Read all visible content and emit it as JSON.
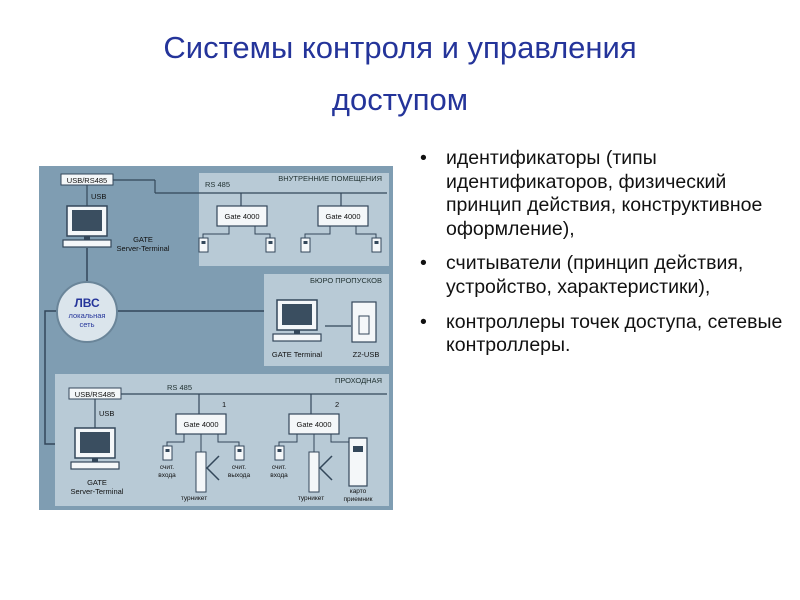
{
  "slide": {
    "title_line1": "Системы контроля и управления",
    "title_line2": "доступом",
    "bullets": [
      "идентификаторы (типы идентификаторов, физический принцип действия, конструктивное оформление),",
      "считыватели (принцип действия,  устройство, характеристики),",
      "контроллеры точек доступа, сетевые контроллеры."
    ]
  },
  "diagram": {
    "colors": {
      "bg": "#7f9db2",
      "panel": "#b8cad6",
      "line": "#33475a",
      "box": "#f4f7f9",
      "header": "#4d6880"
    },
    "inner_rooms": {
      "title": "ВНУТРЕННИЕ ПОМЕЩЕНИЯ",
      "bus": "RS 485",
      "controller1": "Gate 4000",
      "controller2": "Gate 4000"
    },
    "server1": {
      "port": "USB/RS485",
      "usb": "USB",
      "label_line1": "GATE",
      "label_line2": "Server-Terminal"
    },
    "lan": {
      "line1": "ЛВС",
      "line2": "локальная",
      "line3": "сеть"
    },
    "pass_office": {
      "title": "БЮРО ПРОПУСКОВ",
      "terminal": "GATE Terminal",
      "device": "Z2-USB"
    },
    "checkpoint": {
      "title": "ПРОХОДНАЯ",
      "port": "USB/RS485",
      "usb": "USB",
      "bus": "RS 485",
      "controller1": "Gate 4000",
      "controller2": "Gate 4000",
      "num1": "1",
      "num2": "2",
      "entry_line1": "счит.",
      "entry_line2": "входа",
      "exit_line1": "счит.",
      "exit_line2": "выхода",
      "turnstile": "турникет",
      "card_line1": "карто",
      "card_line2": "приемник",
      "server_line1": "GATE",
      "server_line2": "Server-Terminal"
    }
  }
}
